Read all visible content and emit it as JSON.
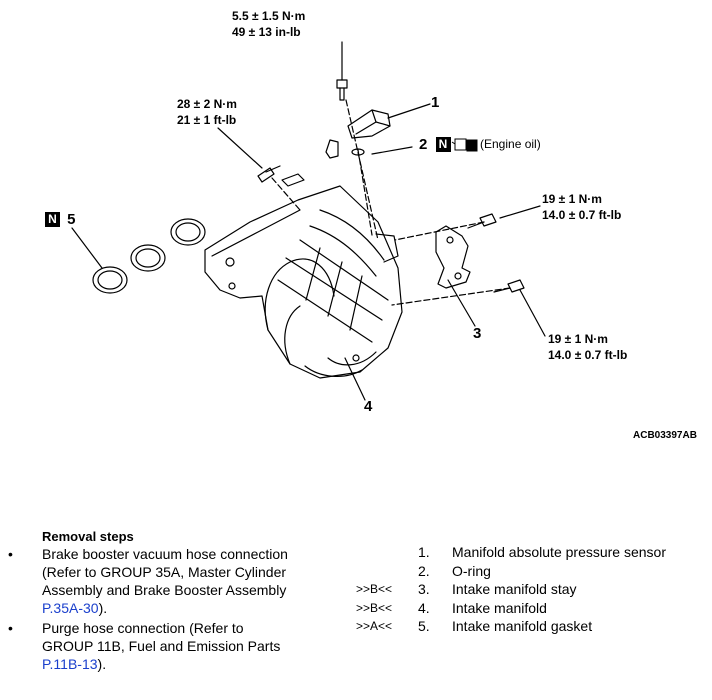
{
  "torques": {
    "t1_nm": "5.5 ± 1.5 N·m",
    "t1_alt": "49 ± 13 in-lb",
    "t2_nm": "28 ± 2 N·m",
    "t2_alt": "21 ± 1 ft-lb",
    "t3_nm": "19 ± 1 N·m",
    "t3_alt": "14.0 ± 0.7 ft-lb",
    "t4_nm": "19 ± 1 N·m",
    "t4_alt": "14.0 ± 0.7 ft-lb"
  },
  "callouts": {
    "c1": "1",
    "c2": "2",
    "c3": "3",
    "c4": "4",
    "c5": "5",
    "n_badge": "N",
    "engine_oil": "(Engine oil)"
  },
  "figure_code": "ACB03397AB",
  "removal": {
    "title": "Removal steps",
    "bullet_glyph": "•",
    "bullet1_text": "Brake booster vacuum hose connection (Refer to GROUP 35A, Master Cylinder Assembly and Brake Booster Assembly ",
    "bullet1_link": "P.35A-30",
    "bullet1_end": ").",
    "bullet2_text": "Purge hose connection (Refer to GROUP 11B, Fuel and Emission Parts ",
    "bullet2_link": "P.11B-13",
    "bullet2_end": ").",
    "parts": [
      {
        "mark": "",
        "num": "1.",
        "name": "Manifold absolute pressure sensor"
      },
      {
        "mark": "",
        "num": "2.",
        "name": "O-ring"
      },
      {
        "mark": ">>B<<",
        "num": "3.",
        "name": "Intake manifold stay"
      },
      {
        "mark": ">>B<<",
        "num": "4.",
        "name": "Intake manifold"
      },
      {
        "mark": ">>A<<",
        "num": "5.",
        "name": "Intake manifold gasket"
      }
    ]
  },
  "colors": {
    "link": "#1a3fcc",
    "line": "#000000"
  }
}
